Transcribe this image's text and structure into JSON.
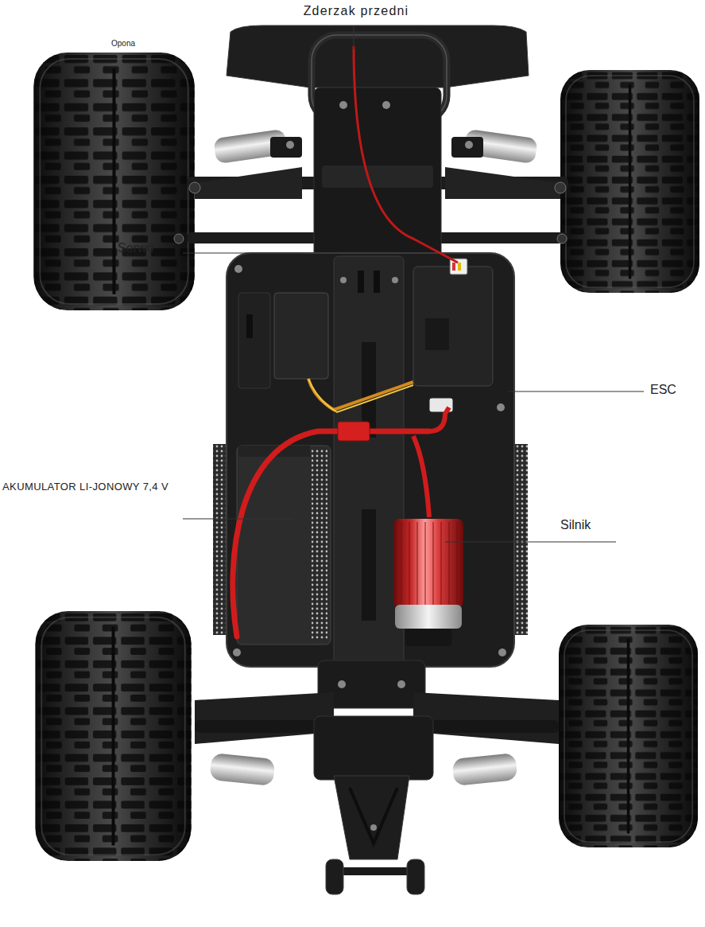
{
  "diagram": {
    "labels": [
      "Zderzak przedni",
      "Opona",
      "Serwo",
      "ESC",
      "AKUMULATOR LI-JONOWY 7,4 V",
      "Silnik"
    ]
  }
}
